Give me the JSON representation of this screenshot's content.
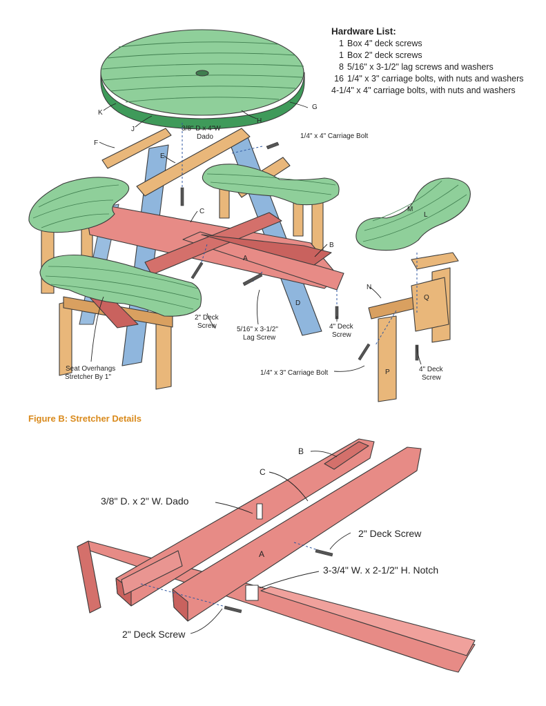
{
  "hardware": {
    "title": "Hardware List:",
    "items": [
      {
        "qty": "1",
        "text": "Box 4\" deck screws"
      },
      {
        "qty": "1",
        "text": "Box 2\" deck screws"
      },
      {
        "qty": "8",
        "text": "5/16\" x 3-1/2\" lag screws and washers"
      },
      {
        "qty": "16",
        "text": "1/4\" x 3\" carriage bolts, with nuts and washers"
      },
      {
        "qty": "",
        "text": "4-1/4\" x 4\" carriage bolts, with nuts and washers"
      }
    ]
  },
  "figure_b_title": "Figure B: Stretcher Details",
  "parts": {
    "A": "A",
    "B": "B",
    "C": "C",
    "D": "D",
    "E": "E",
    "F": "F",
    "G": "G",
    "H": "H",
    "J": "J",
    "K": "K",
    "L": "L",
    "M": "M",
    "N": "N",
    "P": "P",
    "Q": "Q"
  },
  "callouts": {
    "dado_top_1": "3/8\" D x 4\"W",
    "dado_top_2": "Dado",
    "carriage_4": "1/4\" x 4\" Carriage Bolt",
    "deck2_1": "2\" Deck",
    "deck2_2": "Screw",
    "lag_1": "5/16\" x 3-1/2\"",
    "lag_2": "Lag Screw",
    "deck4_1": "4\" Deck",
    "deck4_2": "Screw",
    "overhang_1": "Seat Overhangs",
    "overhang_2": "Stretcher By 1\"",
    "carriage_3": "1/4\" x 3\" Carriage Bolt",
    "deck4b_1": "4\" Deck",
    "deck4b_2": "Screw",
    "figb_dado": "3/8\" D. x 2\" W. Dado",
    "figb_deck2_right": "2\" Deck Screw",
    "figb_notch": "3-3/4\" W. x 2-1/2\" H. Notch",
    "figb_deck2_bottom": "2\" Deck Screw"
  },
  "colors": {
    "green": "#8fcf9a",
    "green_dark": "#3f7e4f",
    "blue": "#8fb6dd",
    "red": "#e78b86",
    "red_dark": "#b2524e",
    "tan": "#e9b77a",
    "tan_dark": "#a9713a",
    "accent": "#d98a1c"
  }
}
